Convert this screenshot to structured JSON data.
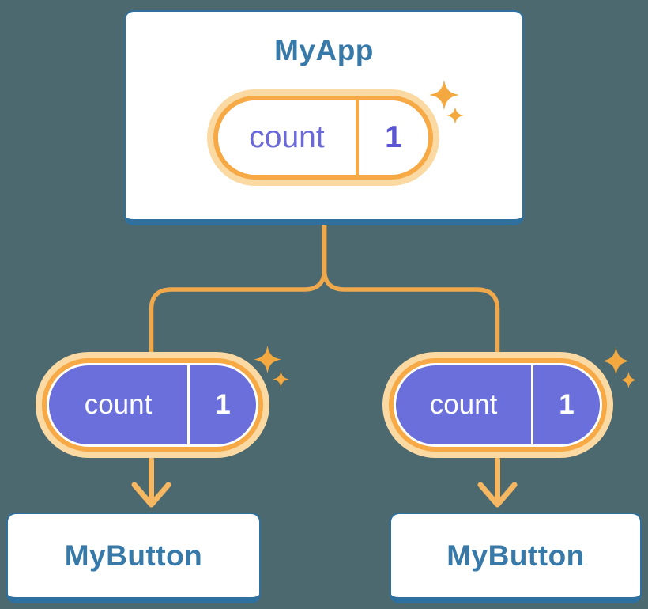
{
  "diagram": {
    "description": "React component tree sharing state",
    "root": {
      "title": "MyApp",
      "state": {
        "label": "count",
        "value": "1"
      }
    },
    "children": [
      {
        "title": "MyButton",
        "state": {
          "label": "count",
          "value": "1"
        }
      },
      {
        "title": "MyButton",
        "state": {
          "label": "count",
          "value": "1"
        }
      }
    ]
  },
  "icons": {
    "sparkle": "sparkle-icon",
    "arrow": "down-arrow-icon"
  },
  "colors": {
    "background": "#4C6970",
    "node_border": "#2F709F",
    "node_text": "#3779A8",
    "connector": "#F0A84C",
    "arrow": "#F6B763",
    "pill_ring": "#F6A944",
    "pill_halo": "#FBD9A2",
    "pill_fill_state": "#6A6FDB",
    "pill_text_light": "#6A68DA",
    "pill_value_light": "#5A55D3",
    "sparkle": "#F3A93F",
    "card_fill": "#FFFFFF"
  }
}
